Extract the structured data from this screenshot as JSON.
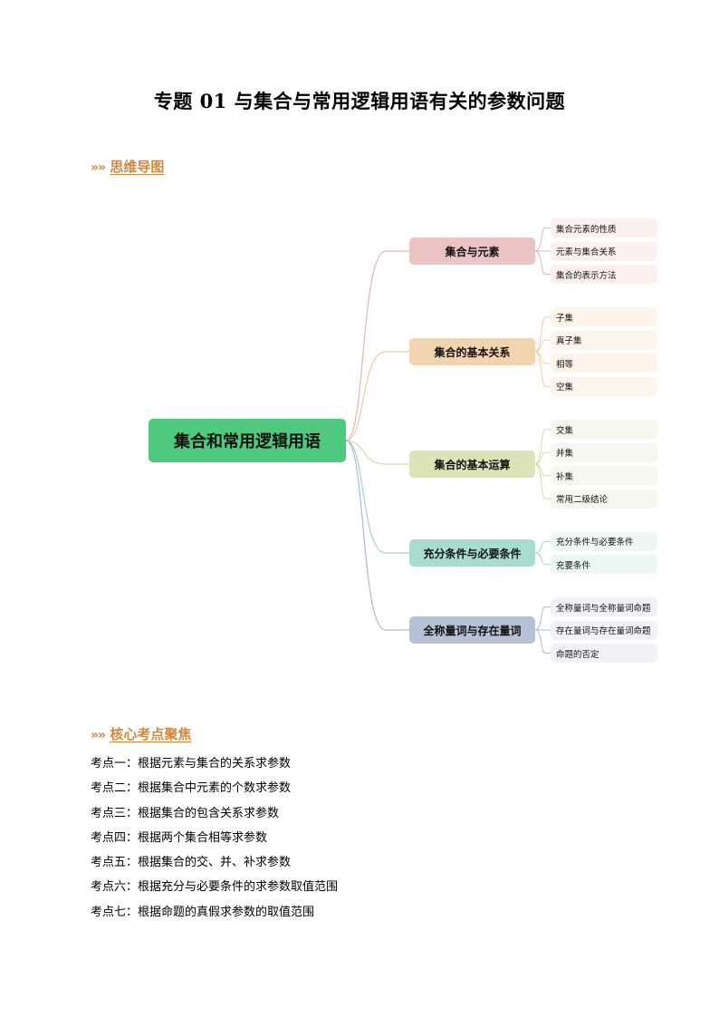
{
  "title": "专题 01  与集合与常用逻辑用语有关的参数问题",
  "sections": {
    "mindmap_heading": "思维导图",
    "keypoints_heading": "核心考点聚焦",
    "chevron": "»"
  },
  "mindmap": {
    "root": "集合和常用逻辑用语",
    "root_color": "#4fc97d",
    "branches": [
      {
        "label": "集合与元素",
        "color": "#ebc3c3",
        "line_color": "#e2b4b4",
        "leaf_color": "#fbf0ef",
        "leaves": [
          "集合元素的性质",
          "元素与集合关系",
          "集合的表示方法"
        ]
      },
      {
        "label": "集合的基本关系",
        "color": "#f3d4b1",
        "line_color": "#efcba3",
        "leaf_color": "#fdf4ec",
        "leaves": [
          "子集",
          "真子集",
          "相等",
          "空集"
        ]
      },
      {
        "label": "集合的基本运算",
        "color": "#dde2b7",
        "line_color": "#d5dba7",
        "leaf_color": "#f6f8ee",
        "leaves": [
          "交集",
          "并集",
          "补集",
          "常用二级结论"
        ]
      },
      {
        "label": "充分条件与必要条件",
        "color": "#a8dccf",
        "line_color": "#9fd3c7",
        "leaf_color": "#edf7f4",
        "leaves": [
          "充分条件与必要条件",
          "充要条件"
        ]
      },
      {
        "label": "全称量词与存在量词",
        "color": "#b5c2d6",
        "line_color": "#a9bbd3",
        "leaf_color": "#f0f2f7",
        "leaves": [
          "全称量词与全称量词命题",
          "存在量词与存在量词命题",
          "命题的否定"
        ]
      }
    ]
  },
  "keypoints": [
    "考点一：根据元素与集合的关系求参数",
    "考点二：根据集合中元素的个数求参数",
    "考点三：根据集合的包含关系求参数",
    "考点四：根据两个集合相等求参数",
    "考点五：根据集合的交、并、补求参数",
    "考点六：根据充分与必要条件的求参数取值范围",
    "考点七：根据命题的真假求参数的取值范围"
  ]
}
